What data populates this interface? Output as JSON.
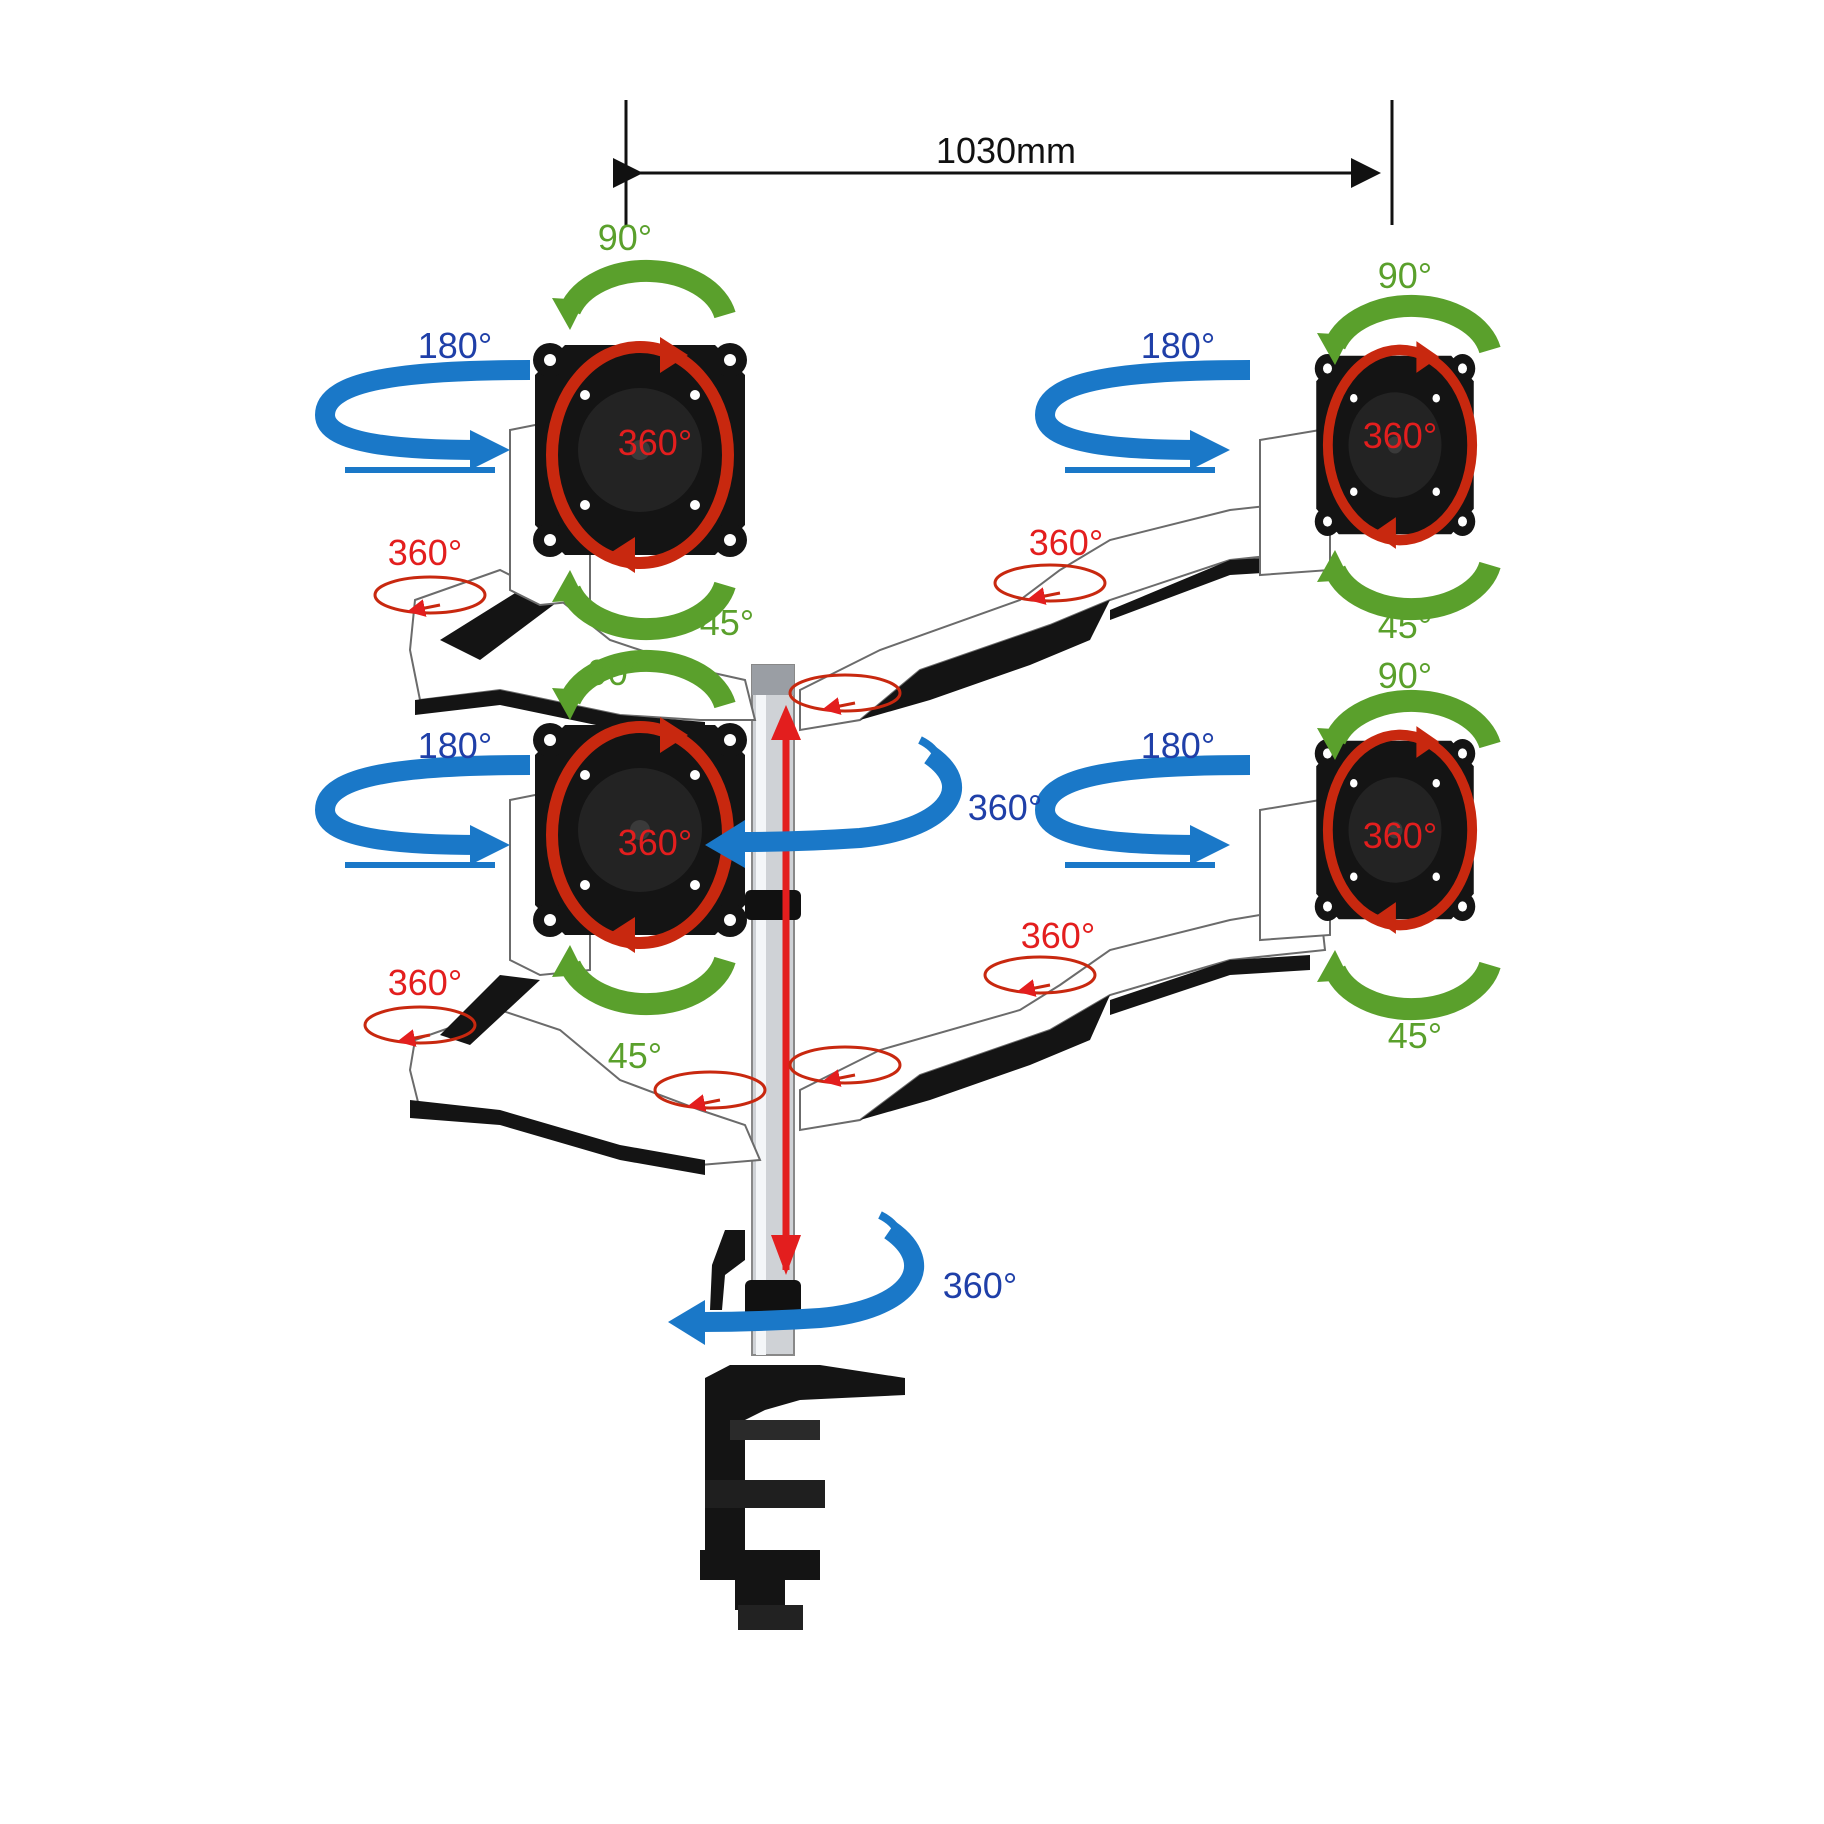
{
  "dimension": {
    "label": "1030mm"
  },
  "colors": {
    "tilt": "#5aa02c",
    "swivel": "#1f3fa8",
    "rotation": "#e31e1e",
    "dimension": "#111111",
    "arrow_blue": "#1a78c8",
    "arrow_red": "#c8280f",
    "arrow_green": "#5aa02c"
  },
  "labels": {
    "tl_tilt_up": "90°",
    "tl_swivel": "180°",
    "tl_rotate": "360°",
    "tl_arm_rotate": "360°",
    "tl_tilt_down": "45°",
    "tr_tilt_up": "90°",
    "tr_swivel": "180°",
    "tr_rotate": "360°",
    "tr_arm_rotate": "360°",
    "tr_tilt_down": "45°",
    "bl_tilt_up": "90°",
    "bl_swivel": "180°",
    "bl_rotate": "360°",
    "bl_arm_rotate": "360°",
    "bl_tilt_down": "45°",
    "br_tilt_up": "90°",
    "br_swivel": "180°",
    "br_rotate": "360°",
    "br_arm_rotate": "360°",
    "br_tilt_down": "45°",
    "pole_rotate_upper": "360°",
    "pole_rotate_lower": "360°"
  }
}
